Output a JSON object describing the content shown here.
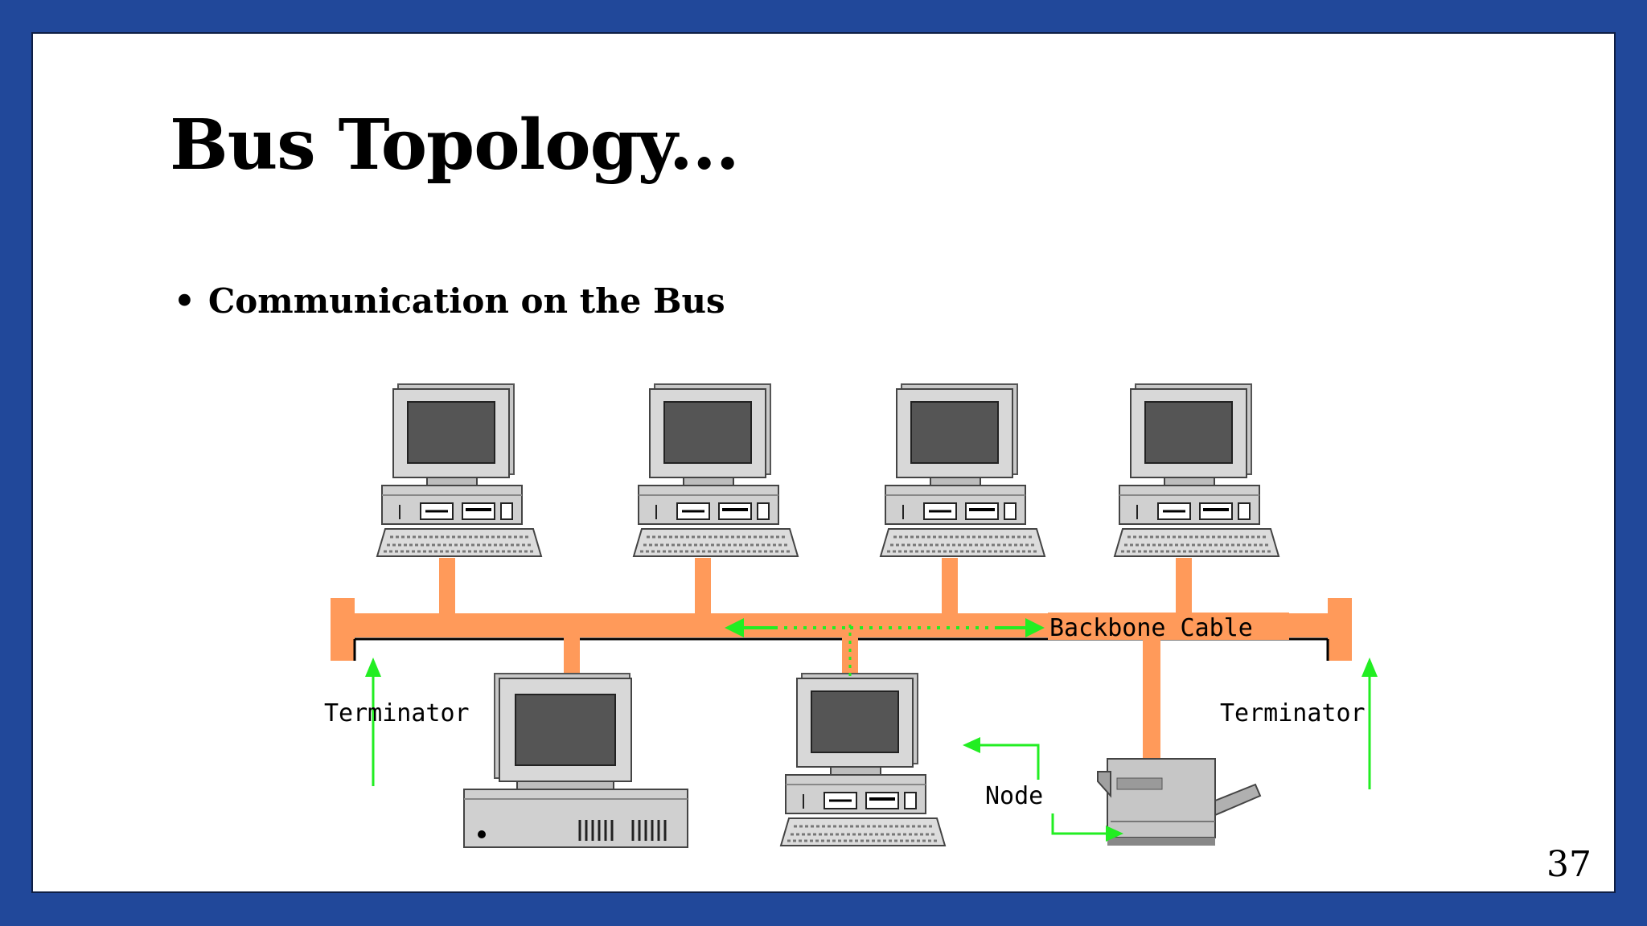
{
  "slide": {
    "title": "Bus Topology...",
    "bullet": "Communication on the Bus",
    "page_number": "37"
  },
  "diagram": {
    "labels": {
      "backbone": "Backbone Cable",
      "terminator_left": "Terminator",
      "terminator_right": "Terminator",
      "node": "Node"
    },
    "colors": {
      "cable": "#ff9a5a",
      "arrow": "#22ee22",
      "slide_border": "#21489a",
      "device_body": "#c8c8c8",
      "screen": "#555555"
    }
  }
}
